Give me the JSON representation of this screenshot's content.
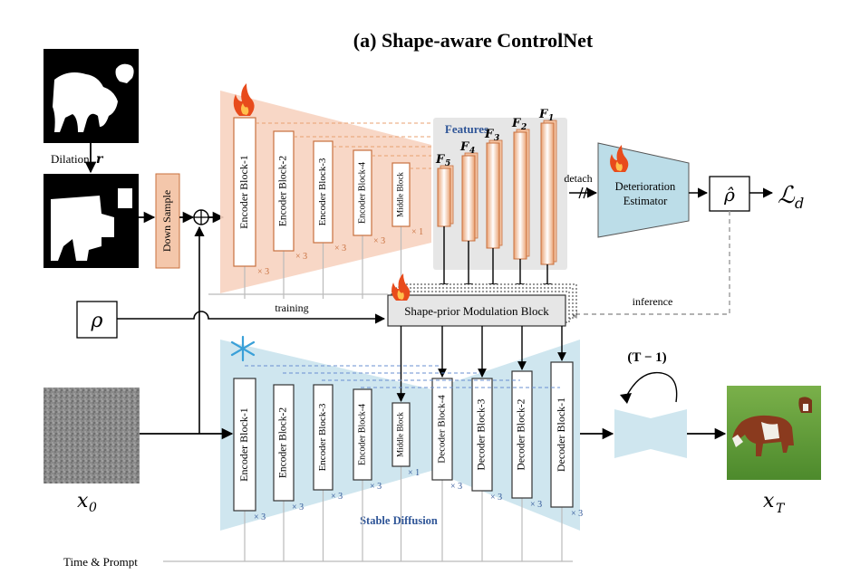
{
  "title": "(a)  Shape-aware ControlNet",
  "inputs": {
    "dilation_label": "Dilation",
    "dilation_symbol": "r",
    "rho_symbol": "ρ",
    "x0_symbol": "x",
    "x0_sub": "0",
    "xT_symbol": "x",
    "xT_sub": "T",
    "time_prompt": "Time & Prompt"
  },
  "down_sample": "Down Sample",
  "control_encoder": {
    "blocks": [
      "Encoder Block-1",
      "Encoder Block-2",
      "Encoder Block-3",
      "Encoder Block-4",
      "Middle Block"
    ],
    "multipliers": [
      "× 3",
      "× 3",
      "× 3",
      "× 3",
      "× 1"
    ]
  },
  "features": {
    "label": "Features",
    "names": [
      "F",
      "F",
      "F",
      "F",
      "F"
    ],
    "subs": [
      "5",
      "4",
      "3",
      "2",
      "1"
    ]
  },
  "detach_label": "detach",
  "estimator": {
    "line1": "Deterioration",
    "line2": "Estimator"
  },
  "rho_hat": "ρ̂",
  "loss": {
    "symbol": "ℒ",
    "sub": "d"
  },
  "modulation_block": "Shape-prior Modulation Block",
  "training_label": "training",
  "inference_label": "inference",
  "stable_diffusion": {
    "label": "Stable Diffusion",
    "blocks": [
      "Encoder Block-1",
      "Encoder Block-2",
      "Encoder Block-3",
      "Encoder Block-4",
      "Middle Block",
      "Decoder Block-4",
      "Decoder Block-3",
      "Decoder Block-2",
      "Decoder Block-1"
    ],
    "multipliers": [
      "× 3",
      "× 3",
      "× 3",
      "× 3",
      "× 1",
      "× 3",
      "× 3",
      "× 3",
      "× 3"
    ]
  },
  "loop_label": "(T − 1)",
  "colors": {
    "control_fill": "#f7d3c0",
    "control_border": "#c8703e",
    "sd_fill": "#cfe6ef",
    "feature_panel": "#e6e6e6",
    "title_blue": "#2f5597",
    "flame": "#e84b1c",
    "snow": "#3aa0d8"
  }
}
